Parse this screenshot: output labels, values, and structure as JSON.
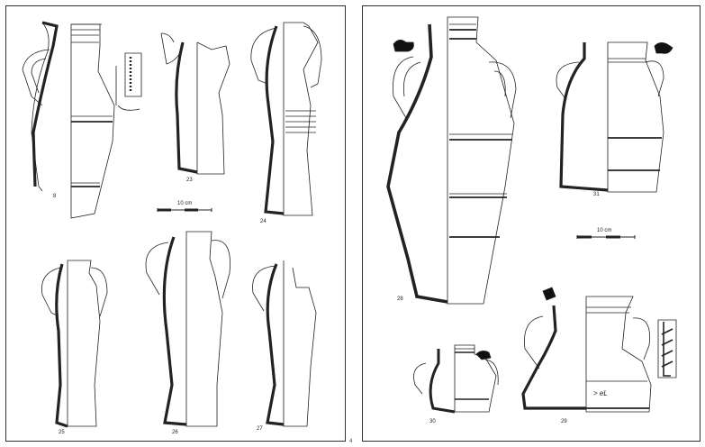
{
  "left_plate": {
    "figures": [
      {
        "id": "fig-8",
        "label": "8"
      },
      {
        "id": "fig-23",
        "label": "23"
      },
      {
        "id": "fig-24",
        "label": "24"
      },
      {
        "id": "fig-25",
        "label": "25"
      },
      {
        "id": "fig-26",
        "label": "26"
      },
      {
        "id": "fig-27",
        "label": "27"
      }
    ],
    "scale_label": "10 cm"
  },
  "right_plate": {
    "figures": [
      {
        "id": "fig-28",
        "label": "28"
      },
      {
        "id": "fig-31",
        "label": "31"
      },
      {
        "id": "fig-30",
        "label": "30"
      },
      {
        "id": "fig-29",
        "label": "29"
      }
    ],
    "scale_label": "10 cm",
    "stamp_text": "> eL"
  },
  "page_mark": "4"
}
